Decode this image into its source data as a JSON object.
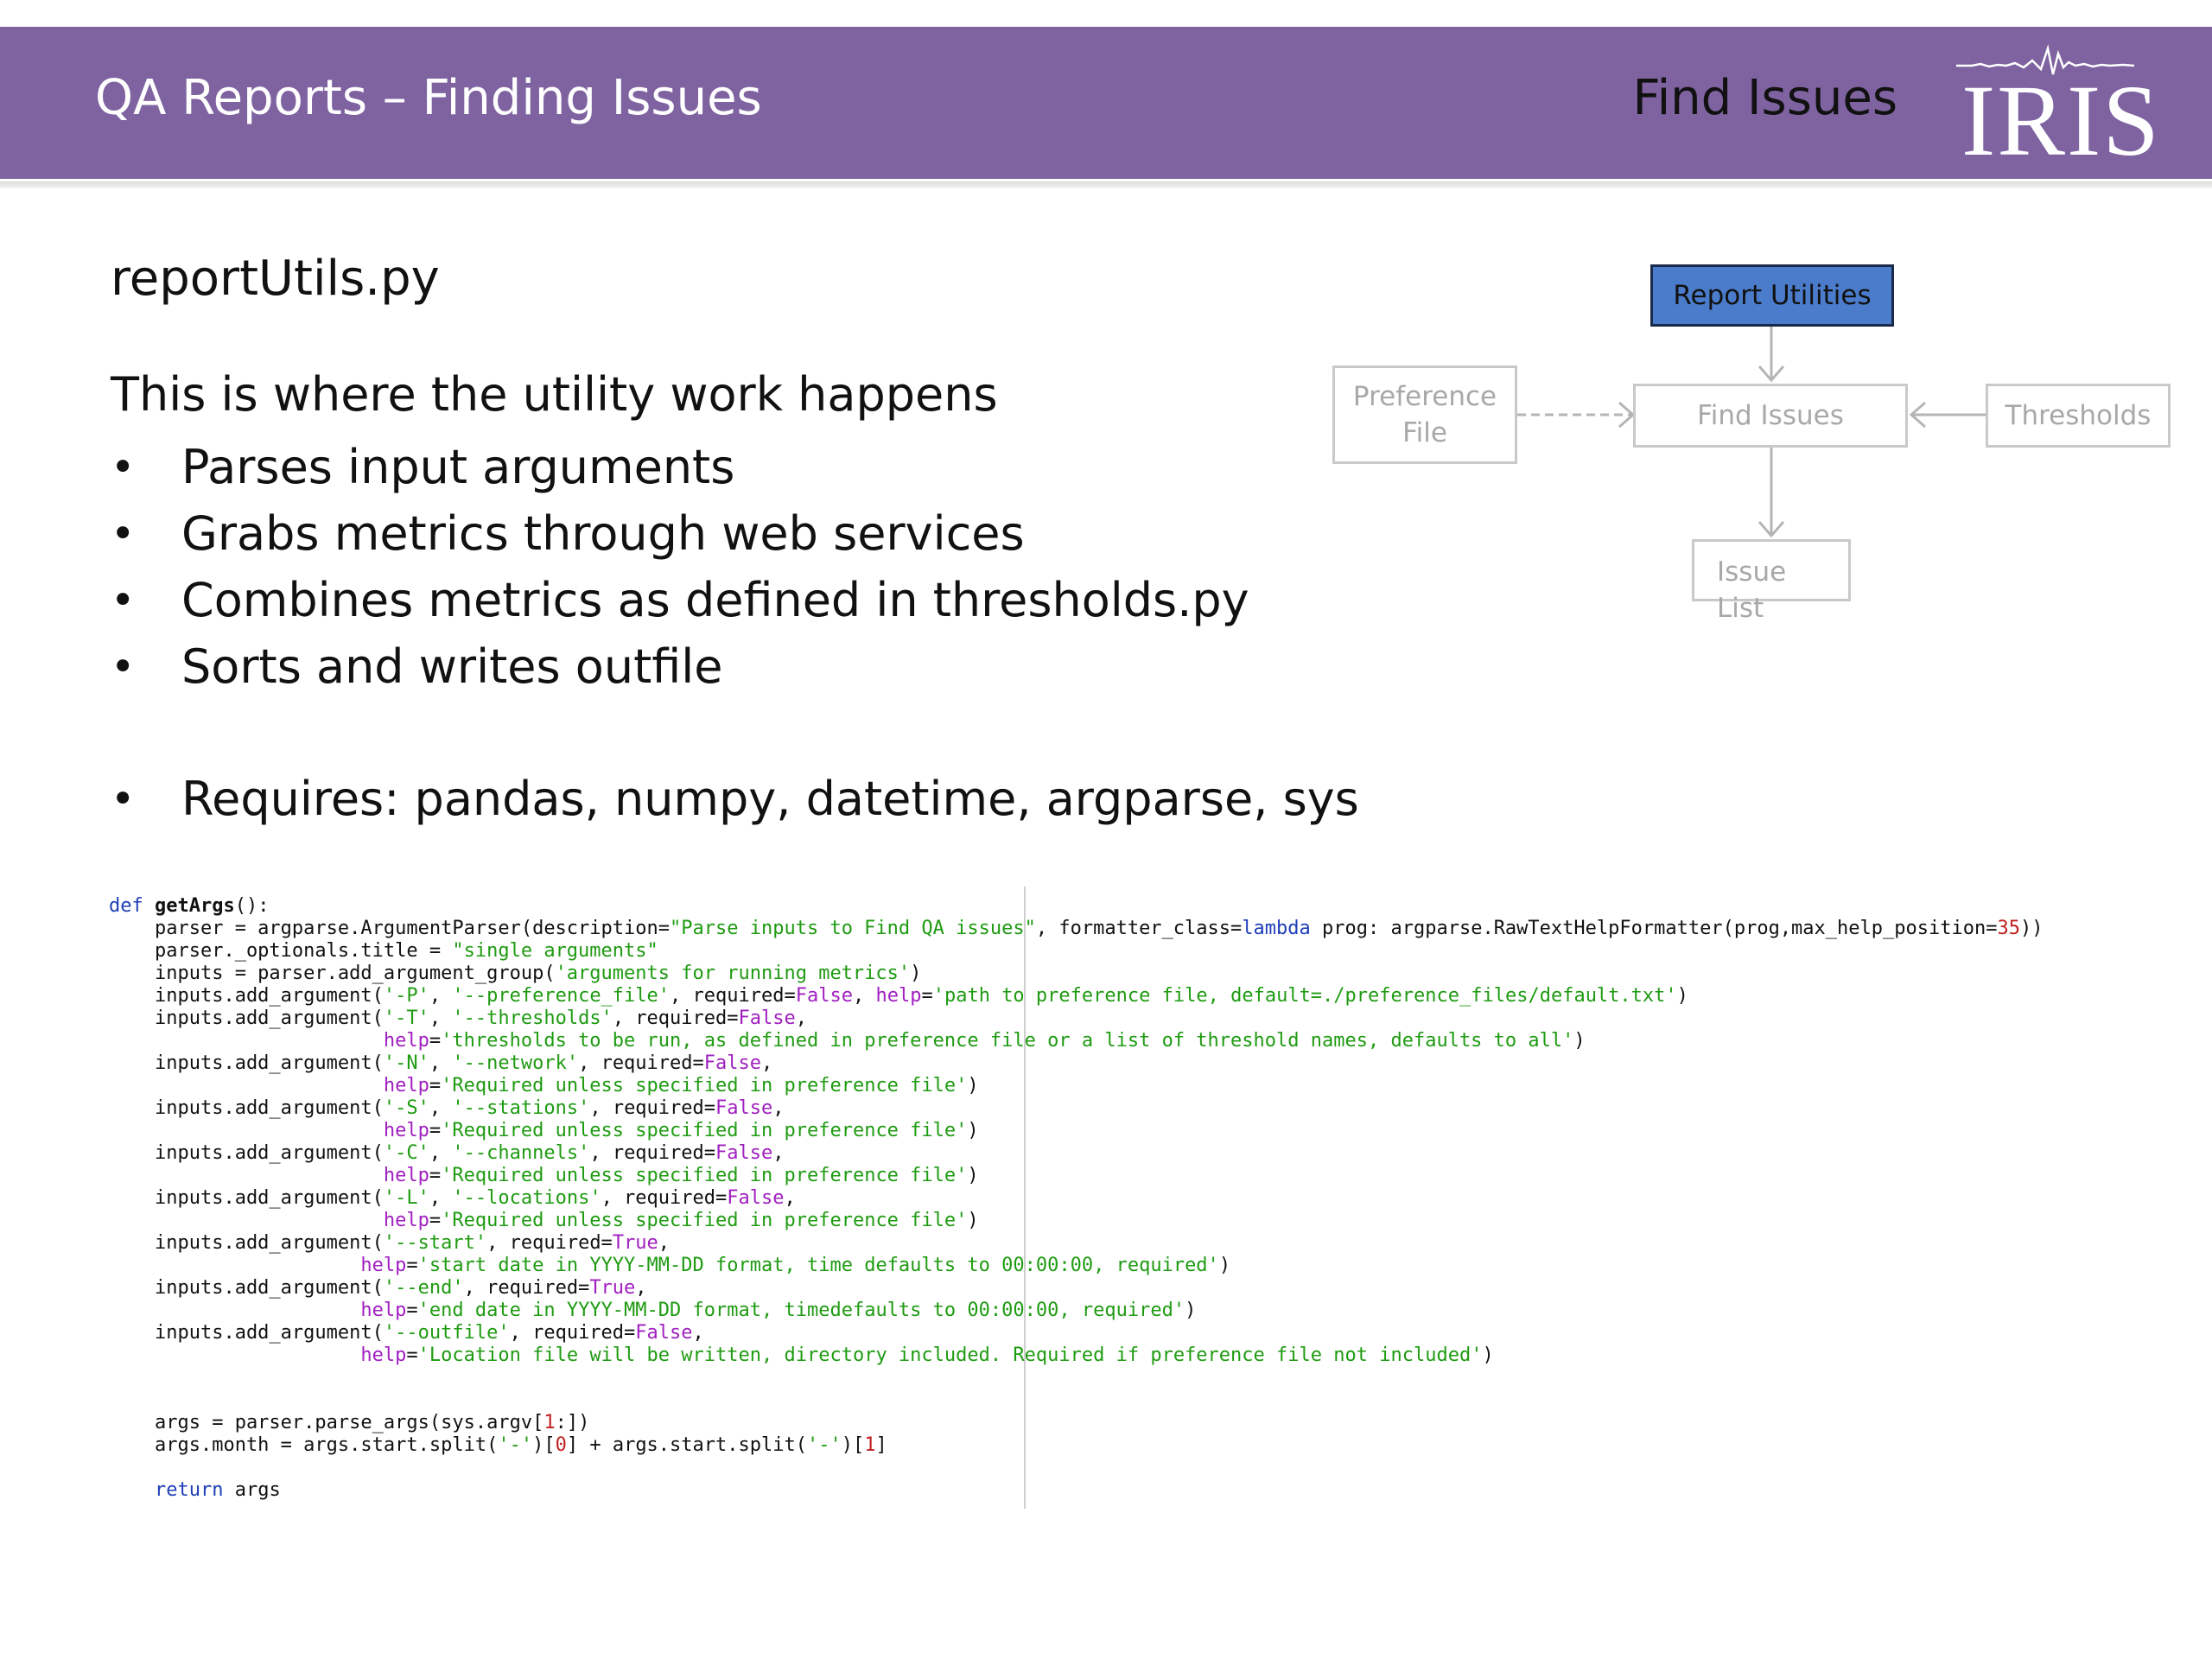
{
  "header": {
    "title": "QA Reports – Finding Issues",
    "section": "Find Issues",
    "logo_text": "IRIS",
    "bg_color": "#7f63a1"
  },
  "content": {
    "file_title": "reportUtils.py",
    "intro": "This is where the utility work happens",
    "bullets": [
      "Parses input arguments",
      "Grabs metrics through web services",
      "Combines metrics as defined in thresholds.py",
      "Sorts and writes outfile"
    ],
    "requires": "Requires: pandas, numpy, datetime, argparse, sys"
  },
  "diagram": {
    "report_utilities": "Report Utilities",
    "preference_file": "Preference File",
    "find_issues": "Find Issues",
    "thresholds": "Thresholds",
    "issue_list": "Issue List",
    "accent_color": "#4a7ccb"
  },
  "code": {
    "def": "def",
    "func": "getArgs",
    "l1a": "():",
    "l2a": "    parser = argparse.ArgumentParser(description=",
    "l2b": "\"Parse inputs to Find QA issues\"",
    "l2c": ", formatter_class=",
    "l2d": "lambda",
    "l2e": " prog: argparse.RawTextHelpFormatter(prog,max_help_position=",
    "l2f": "35",
    "l2g": "))",
    "l3a": "    parser._optionals.title = ",
    "l3b": "\"single arguments\"",
    "l4a": "    inputs = parser.add_argument_group(",
    "l4b": "'arguments for running metrics'",
    "l4c": ")",
    "l5a": "    inputs.add_argument(",
    "l5b": "'-P'",
    "l5c": ", ",
    "l5d": "'--preference_file'",
    "l5e": ", required=",
    "l5f": "False",
    "l5g": ", ",
    "l5h": "help",
    "l5i": "=",
    "l5j": "'path to preference file, default=./preference_files/default.txt'",
    "l5k": ")",
    "l6a": "    inputs.add_argument(",
    "l6b": "'-T'",
    "l6c": ", ",
    "l6d": "'--thresholds'",
    "l6e": ", required=",
    "l6f": "False",
    "l6g": ",",
    "l7a": "                        ",
    "l7b": "help",
    "l7c": "=",
    "l7d": "'thresholds to be run, as defined in preference file or a list of threshold names, defaults to all'",
    "l7e": ")",
    "l8a": "    inputs.add_argument(",
    "l8b": "'-N'",
    "l8c": ", ",
    "l8d": "'--network'",
    "l8e": ", required=",
    "l8f": "False",
    "l8g": ",",
    "l9a": "                        ",
    "l9b": "help",
    "l9c": "=",
    "l9d": "'Required unless specified in preference file'",
    "l9e": ")",
    "l10a": "    inputs.add_argument(",
    "l10b": "'-S'",
    "l10c": ", ",
    "l10d": "'--stations'",
    "l10e": ", required=",
    "l10f": "False",
    "l10g": ",",
    "l11a": "                        ",
    "l11b": "help",
    "l11c": "=",
    "l11d": "'Required unless specified in preference file'",
    "l11e": ")",
    "l12a": "    inputs.add_argument(",
    "l12b": "'-C'",
    "l12c": ", ",
    "l12d": "'--channels'",
    "l12e": ", required=",
    "l12f": "False",
    "l12g": ",",
    "l13a": "                        ",
    "l13b": "help",
    "l13c": "=",
    "l13d": "'Required unless specified in preference file'",
    "l13e": ")",
    "l14a": "    inputs.add_argument(",
    "l14b": "'-L'",
    "l14c": ", ",
    "l14d": "'--locations'",
    "l14e": ", required=",
    "l14f": "False",
    "l14g": ",",
    "l15a": "                        ",
    "l15b": "help",
    "l15c": "=",
    "l15d": "'Required unless specified in preference file'",
    "l15e": ")",
    "l16a": "    inputs.add_argument(",
    "l16b": "'--start'",
    "l16c": ", required=",
    "l16d": "True",
    "l16e": ",",
    "l17a": "                      ",
    "l17b": "help",
    "l17c": "=",
    "l17d": "'start date in YYYY-MM-DD format, time defaults to 00:00:00, required'",
    "l17e": ")",
    "l18a": "    inputs.add_argument(",
    "l18b": "'--end'",
    "l18c": ", required=",
    "l18d": "True",
    "l18e": ",",
    "l19a": "                      ",
    "l19b": "help",
    "l19c": "=",
    "l19d": "'end date in YYYY-MM-DD format, timedefaults to 00:00:00, required'",
    "l19e": ")",
    "l20a": "    inputs.add_argument(",
    "l20b": "'--outfile'",
    "l20c": ", required=",
    "l20d": "False",
    "l20e": ",",
    "l21a": "                      ",
    "l21b": "help",
    "l21c": "=",
    "l21d": "'Location file will be written, directory included. Required if preference file not included'",
    "l21e": ")",
    "l24a": "    args = parser.parse_args(sys.argv[",
    "l24b": "1",
    "l24c": ":])",
    "l25a": "    args.month = args.start.split(",
    "l25b": "'-'",
    "l25c": ")[",
    "l25d": "0",
    "l25e": "] + args.start.split(",
    "l25f": "'-'",
    "l25g": ")[",
    "l25h": "1",
    "l25i": "]",
    "l27a": "    ",
    "l27b": "return",
    "l27c": " args"
  }
}
